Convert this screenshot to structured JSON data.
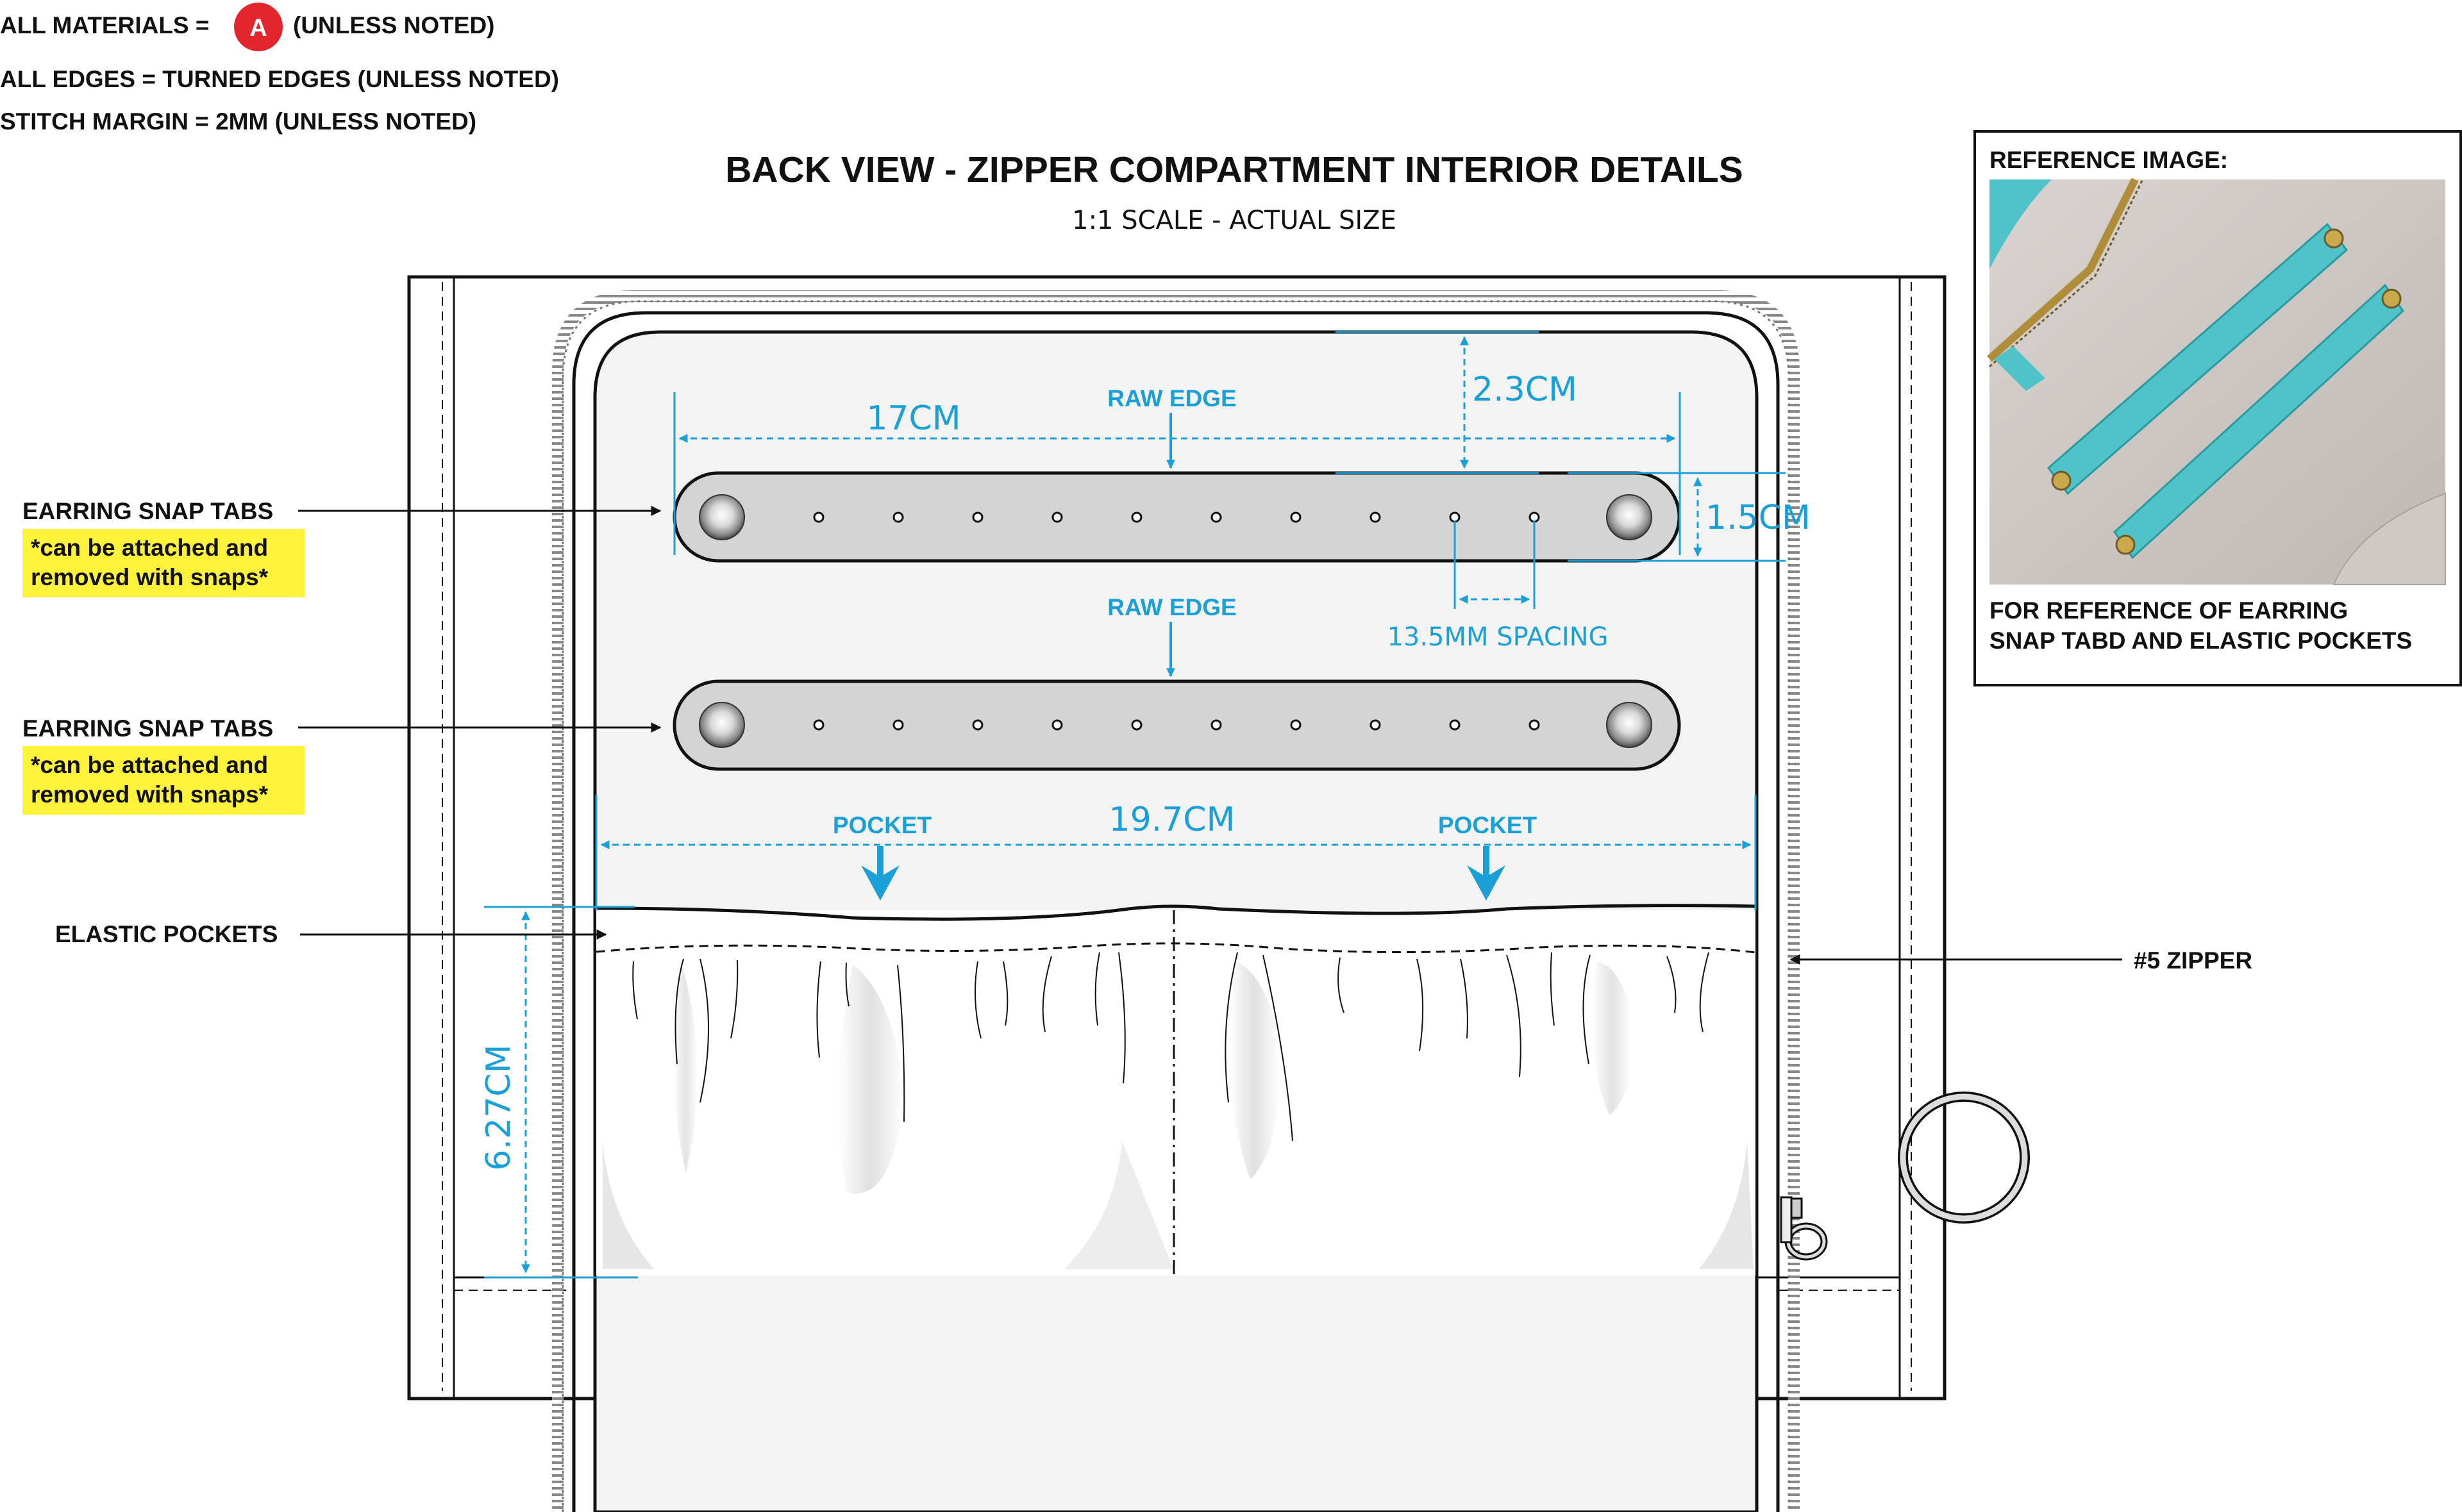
{
  "notes": {
    "materials_prefix": "ALL MATERIALS =",
    "materials_badge": "A",
    "materials_suffix": "(UNLESS NOTED)",
    "edges": "ALL EDGES = TURNED EDGES (UNLESS NOTED)",
    "stitch": "STITCH MARGIN = 2MM (UNLESS NOTED)"
  },
  "header": {
    "title": "BACK VIEW  - ZIPPER COMPARTMENT INTERIOR DETAILS",
    "subtitle": "1:1 SCALE - ACTUAL SIZE"
  },
  "callouts": {
    "snap_tabs_1": "EARRING SNAP TABS",
    "snap_tabs_1_note": [
      "*can be attached and",
      "removed with snaps*"
    ],
    "snap_tabs_2": "EARRING SNAP TABS",
    "snap_tabs_2_note": [
      "*can be attached and",
      "removed with snaps*"
    ],
    "elastic_pockets": "ELASTIC POCKETS",
    "zipper": "#5 ZIPPER"
  },
  "dimensions": {
    "tab_length": "17CM",
    "raw_edge_1": "RAW EDGE",
    "top_offset": "2.3CM",
    "tab_height": "1.5CM",
    "spacing": "13.5MM SPACING",
    "raw_edge_2": "RAW EDGE",
    "pocket_width": "19.7CM",
    "pocket_left": "POCKET",
    "pocket_right": "POCKET",
    "pocket_height": "6.27CM"
  },
  "reference": {
    "heading": "REFERENCE IMAGE:",
    "caption": [
      "FOR REFERENCE OF EARRING",
      "SNAP TABD AND ELASTIC POCKETS"
    ]
  },
  "colors": {
    "dimension_blue": "#1a9fd6",
    "highlight_yellow": "#fff23a",
    "badge_red": "#e3262e",
    "tab_gray": "#d4d4d4",
    "interior_light_gray": "#f3f3f3",
    "reference_teal": "#4fc3c8"
  },
  "icons": {
    "badge": "material-a-badge",
    "ring": "key-ring-icon",
    "arrow": "leader-arrow"
  }
}
